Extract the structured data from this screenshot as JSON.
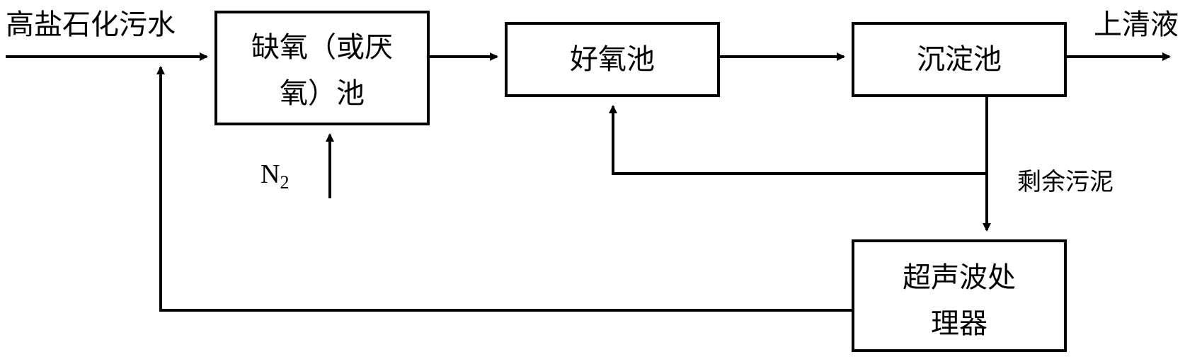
{
  "input_label": "高盐石化污水",
  "output_label": "上清液",
  "gas": {
    "symbol": "N",
    "subscript": "2"
  },
  "sludge_label": "剩余污泥",
  "boxes": {
    "anoxic": {
      "line1": "缺氧（或厌",
      "line2": "氧）池"
    },
    "aerobic": {
      "label": "好氧池"
    },
    "sedimentation": {
      "label": "沉淀池"
    },
    "ultrasonic": {
      "line1": "超声波处",
      "line2": "理器"
    }
  },
  "colors": {
    "stroke": "#000000",
    "background": "#ffffff"
  }
}
